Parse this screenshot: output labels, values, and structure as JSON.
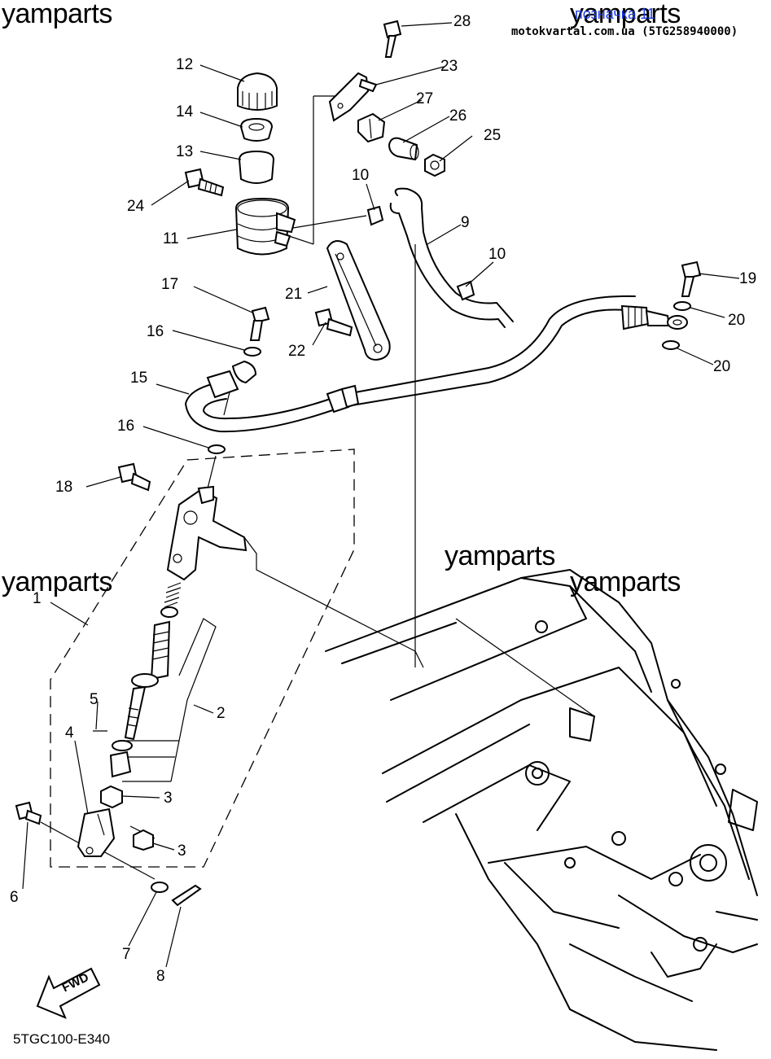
{
  "watermarks": {
    "top_left": "yamparts",
    "top_right": "yamparts",
    "mid_right": "yamparts",
    "mid_left": "yamparts",
    "mid_far_right": "yamparts"
  },
  "header": {
    "blue_label": "позначка 11",
    "source_line": "motokvartal.com.ua (5TG258940000)"
  },
  "footer": {
    "diagram_code": "5TGC100-E340",
    "fwd_label": "FWD"
  },
  "callouts": {
    "c1": "1",
    "c2": "2",
    "c3a": "3",
    "c3b": "3",
    "c4": "4",
    "c5": "5",
    "c6": "6",
    "c7": "7",
    "c8": "8",
    "c9": "9",
    "c10a": "10",
    "c10b": "10",
    "c11": "11",
    "c12": "12",
    "c13": "13",
    "c14": "14",
    "c15": "15",
    "c16a": "16",
    "c16b": "16",
    "c17": "17",
    "c18": "18",
    "c19": "19",
    "c20a": "20",
    "c20b": "20",
    "c21": "21",
    "c22": "22",
    "c23": "23",
    "c24": "24",
    "c25": "25",
    "c26": "26",
    "c27": "27",
    "c28": "28"
  }
}
